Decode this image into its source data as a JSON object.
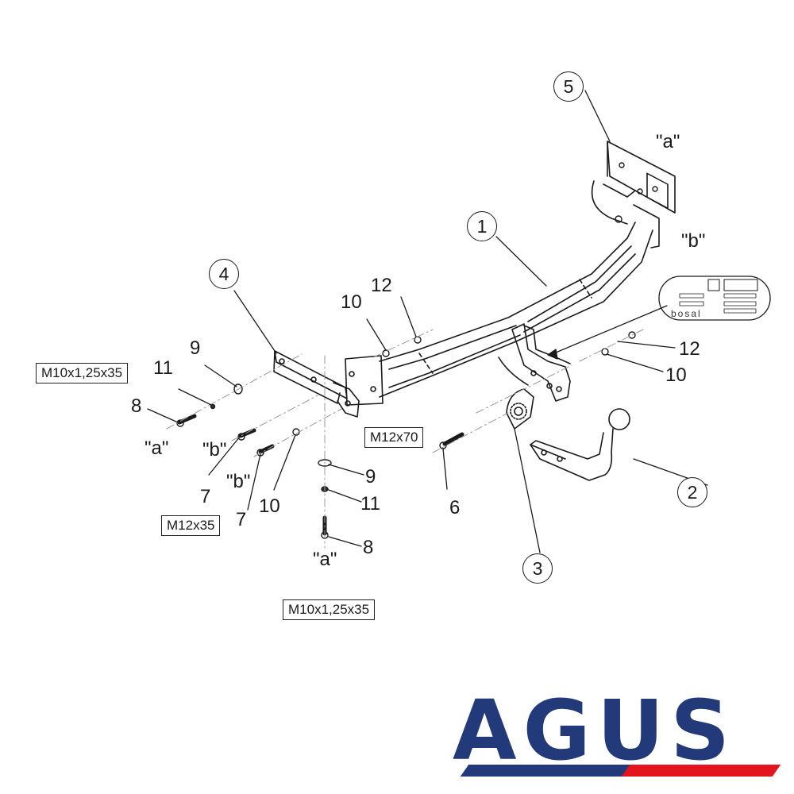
{
  "diagram": {
    "title": "Tow bar exploded assembly diagram",
    "parts": [
      {
        "id": "1",
        "label": "1",
        "style": "circled"
      },
      {
        "id": "2",
        "label": "2",
        "style": "circled"
      },
      {
        "id": "3",
        "label": "3",
        "style": "circled"
      },
      {
        "id": "4",
        "label": "4",
        "style": "circled"
      },
      {
        "id": "5",
        "label": "5",
        "style": "circled"
      }
    ],
    "callouts": {
      "n6": "6",
      "n7a": "7",
      "n7b": "7",
      "n8a": "8",
      "n8b": "8",
      "n9a": "9",
      "n9b": "9",
      "n10a": "10",
      "n10b": "10",
      "n10c": "10",
      "n11a": "11",
      "n11b": "11",
      "n12a": "12",
      "n12b": "12"
    },
    "position_marks": {
      "a_top": "\"a\"",
      "b_top": "\"b\"",
      "a_left": "\"a\"",
      "b_left1": "\"b\"",
      "b_left2": "\"b\"",
      "a_bottom": "\"a\""
    },
    "bolt_specs": {
      "left_m10": "M10x1,25x35",
      "m12x35": "M12x35",
      "m12x70": "M12x70",
      "bottom_m10": "M10x1,25x35"
    },
    "nameplate": {
      "brand": "bosal"
    }
  },
  "logo": {
    "text": "AGUS",
    "primary_color": "#233a7a",
    "accent_color": "#e3141e"
  }
}
